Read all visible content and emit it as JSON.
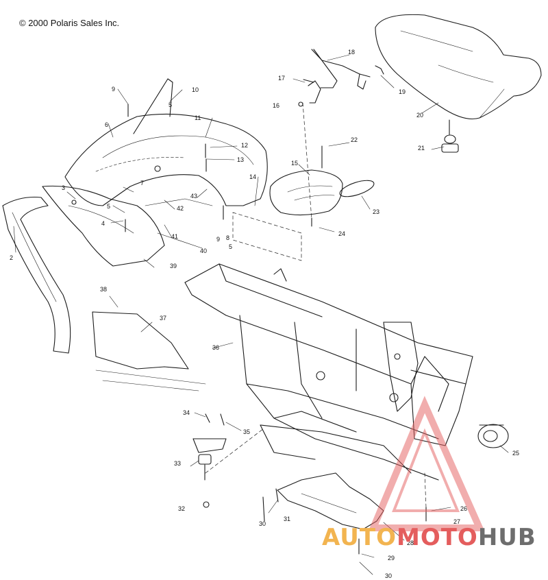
{
  "copyright": "© 2000 Polaris Sales Inc.",
  "callouts": [
    "2",
    "3",
    "4",
    "5",
    "5",
    "5",
    "6",
    "7",
    "8",
    "9",
    "9",
    "10",
    "11",
    "12",
    "13",
    "14",
    "15",
    "16",
    "17",
    "18",
    "19",
    "20",
    "21",
    "22",
    "23",
    "24",
    "25",
    "26",
    "27",
    "28",
    "29",
    "30",
    "30",
    "31",
    "32",
    "33",
    "34",
    "35",
    "36",
    "37",
    "38",
    "39",
    "40",
    "41",
    "42",
    "43"
  ],
  "watermark": {
    "part1": "AUTO",
    "part2": "MOTO",
    "part3": "HUB",
    "colors": {
      "part1": "#f2b450",
      "part2": "#e45d5d",
      "part3": "#6d6d6d"
    }
  }
}
